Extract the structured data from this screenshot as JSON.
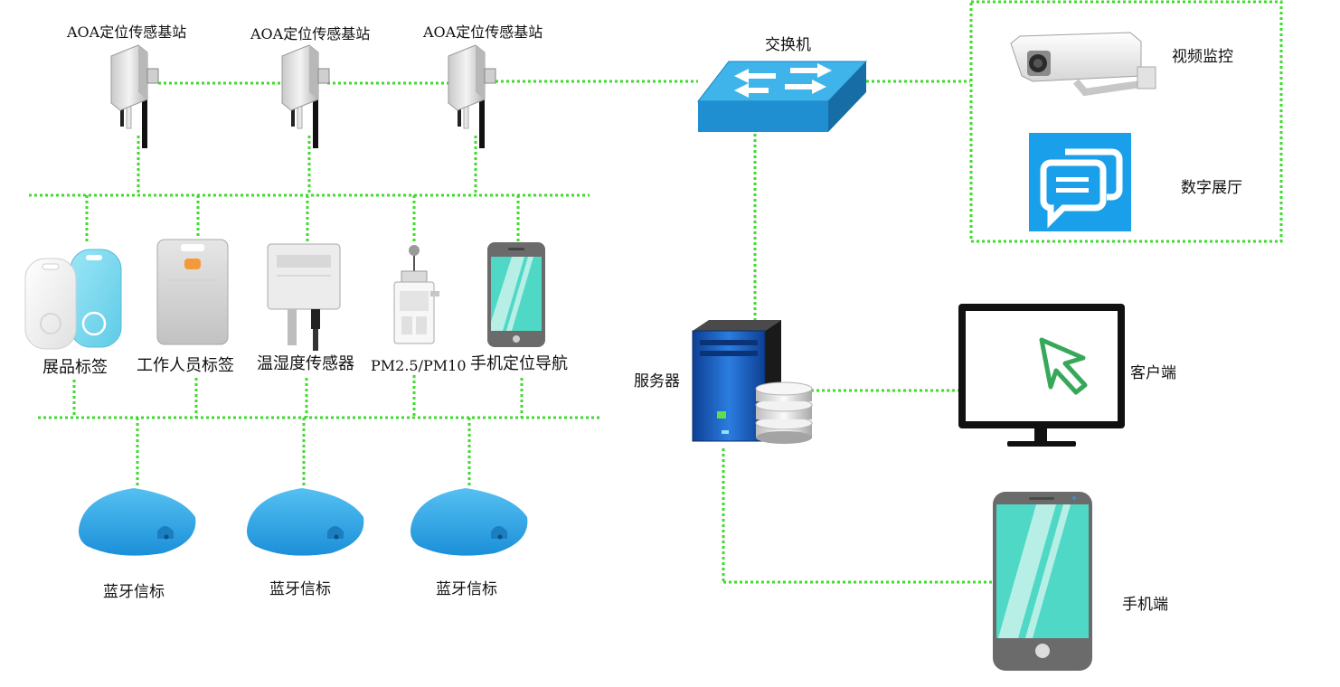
{
  "colors": {
    "link": "#3fdb2d",
    "tag_white": "#f2f2f2",
    "tag_cyan": "#7fd9ef",
    "beacon": "#2ea6ea",
    "switch_top": "#35b1e7",
    "switch_side": "#1e88c8",
    "phone_screen": "#4fd8c6",
    "server_blue": "#1560c0",
    "app_blue": "#1aa0ea"
  },
  "stations": [
    {
      "label": "AOA定位传感基站"
    },
    {
      "label": "AOA定位传感基站"
    },
    {
      "label": "AOA定位传感基站"
    }
  ],
  "devices": [
    {
      "label": "展品标签",
      "icon": "tag-icon"
    },
    {
      "label": "工作人员标签",
      "icon": "badge-icon"
    },
    {
      "label": "温湿度传感器",
      "icon": "sensor-icon"
    },
    {
      "label": "PM2.5/PM10",
      "icon": "air-monitor-icon"
    },
    {
      "label": "手机定位导航",
      "icon": "phone-icon"
    }
  ],
  "beacons": [
    {
      "label": "蓝牙信标"
    },
    {
      "label": "蓝牙信标"
    },
    {
      "label": "蓝牙信标"
    }
  ],
  "switch": {
    "label": "交换机"
  },
  "server": {
    "label": "服务器"
  },
  "apps": {
    "video": {
      "label": "视频监控"
    },
    "hall": {
      "label": "数字展厅"
    }
  },
  "client": {
    "label": "客户端"
  },
  "mobile": {
    "label": "手机端"
  }
}
